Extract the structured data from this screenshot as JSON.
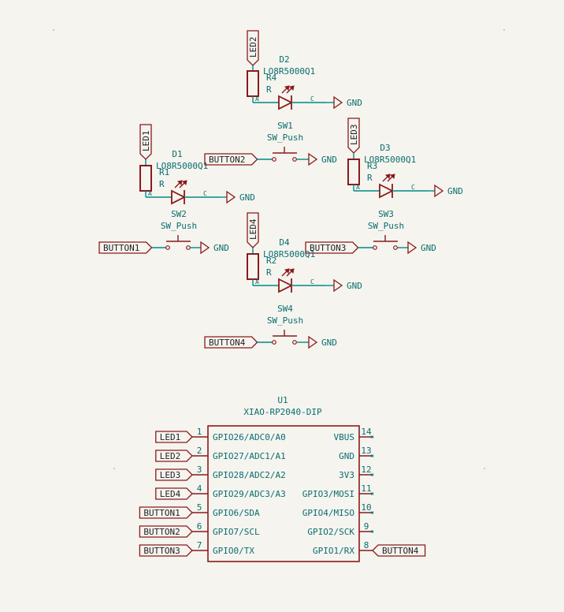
{
  "colors": {
    "background": "#f5f4ef",
    "wire": "#008a84",
    "symbol": "#8b1a1a",
    "text": "#0a6e6e",
    "pin": "#8b1a1a"
  },
  "leds": [
    {
      "ref": "D1",
      "value": "LO8R5000Q1",
      "res_ref": "R1",
      "res_val": "R",
      "net": "LED1",
      "anode_label": "A",
      "cathode_label": "C",
      "gnd": "GND",
      "sw_ref": "SW2",
      "sw_val": "SW_Push",
      "button": "BUTTON1",
      "sw_gnd": "GND"
    },
    {
      "ref": "D2",
      "value": "LO8R5000Q1",
      "res_ref": "R4",
      "res_val": "R",
      "net": "LED2",
      "anode_label": "A",
      "cathode_label": "C",
      "gnd": "GND",
      "sw_ref": "SW1",
      "sw_val": "SW_Push",
      "button": "BUTTON2",
      "sw_gnd": "GND"
    },
    {
      "ref": "D3",
      "value": "LO8R5000Q1",
      "res_ref": "R3",
      "res_val": "R",
      "net": "LED3",
      "anode_label": "A",
      "cathode_label": "C",
      "gnd": "GND",
      "sw_ref": "SW3",
      "sw_val": "SW_Push",
      "button": "BUTTON3",
      "sw_gnd": "GND"
    },
    {
      "ref": "D4",
      "value": "LO8R5000Q1",
      "res_ref": "R2",
      "res_val": "R",
      "net": "LED4",
      "anode_label": "A",
      "cathode_label": "C",
      "gnd": "GND",
      "sw_ref": "SW4",
      "sw_val": "SW_Push",
      "button": "BUTTON4",
      "sw_gnd": "GND"
    }
  ],
  "mcu": {
    "ref": "U1",
    "value": "XIAO-RP2040-DIP",
    "left_pins": [
      {
        "num": "1",
        "name": "GPIO26/ADC0/A0",
        "net": "LED1"
      },
      {
        "num": "2",
        "name": "GPIO27/ADC1/A1",
        "net": "LED2"
      },
      {
        "num": "3",
        "name": "GPIO28/ADC2/A2",
        "net": "LED3"
      },
      {
        "num": "4",
        "name": "GPIO29/ADC3/A3",
        "net": "LED4"
      },
      {
        "num": "5",
        "name": "GPIO6/SDA",
        "net": "BUTTON1"
      },
      {
        "num": "6",
        "name": "GPIO7/SCL",
        "net": "BUTTON2"
      },
      {
        "num": "7",
        "name": "GPIO0/TX",
        "net": "BUTTON3"
      }
    ],
    "right_pins": [
      {
        "num": "14",
        "name": "VBUS",
        "net": ""
      },
      {
        "num": "13",
        "name": "GND",
        "net": ""
      },
      {
        "num": "12",
        "name": "3V3",
        "net": ""
      },
      {
        "num": "11",
        "name": "GPIO3/MOSI",
        "net": ""
      },
      {
        "num": "10",
        "name": "GPIO4/MISO",
        "net": ""
      },
      {
        "num": "9",
        "name": "GPIO2/SCK",
        "net": ""
      },
      {
        "num": "8",
        "name": "GPIO1/RX",
        "net": "BUTTON4"
      }
    ]
  }
}
